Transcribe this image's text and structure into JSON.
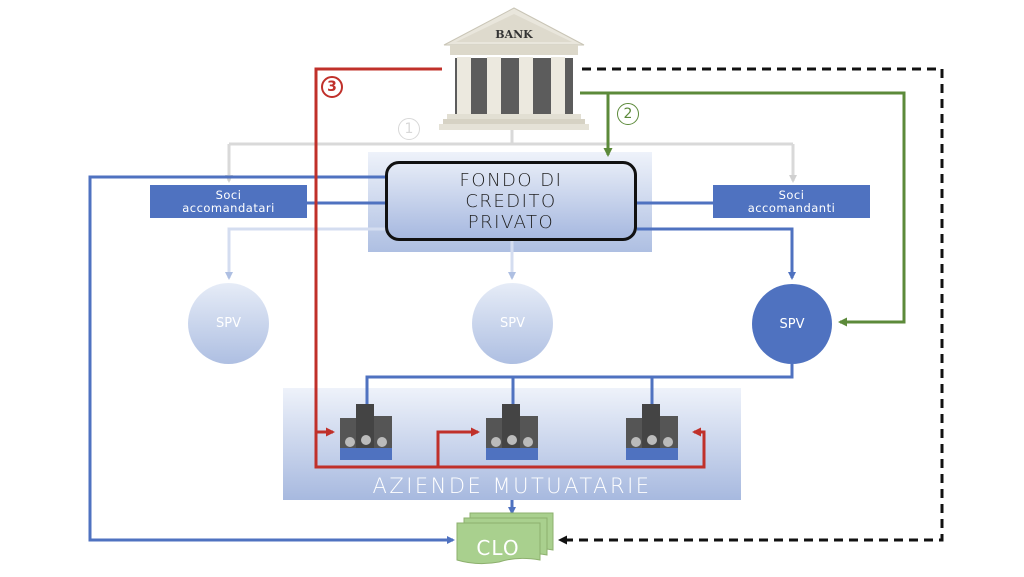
{
  "diagram": {
    "title": "Fondo di credito privato - flussi di finanziamento",
    "bank": {
      "label": "BANK",
      "icon": "bank-building-icon"
    },
    "fondo": {
      "lines": [
        "FONDO DI",
        "CREDITO",
        "PRIVATO"
      ]
    },
    "soci_accomandatari": {
      "lines": [
        "Soci",
        "accomandatari"
      ]
    },
    "soci_accomandanti": {
      "lines": [
        "Soci",
        "accomandanti"
      ]
    },
    "spv": [
      {
        "label": "SPV",
        "state": "inactive"
      },
      {
        "label": "SPV",
        "state": "inactive"
      },
      {
        "label": "SPV",
        "state": "active"
      }
    ],
    "aziende": {
      "label": "AZIENDE MUTUATARIE",
      "count": 3,
      "icon": "company-building-people-icon"
    },
    "clo": {
      "label": "CLO",
      "icon": "document-stack-icon"
    },
    "routes": [
      {
        "number": "1",
        "symbol": "①",
        "color": "#d9d9d9",
        "description": "Bank → Fondo / Soci (gray)"
      },
      {
        "number": "2",
        "symbol": "②",
        "color": "#5c8a3a",
        "description": "Bank → Fondo & SPV (green)"
      },
      {
        "number": "3",
        "symbol": "③",
        "color": "#c0302a",
        "description": "Bank → Aziende mutuatarie direct (red)"
      }
    ],
    "colors": {
      "blue": "#4f72c0",
      "light_blue": "#aebfe2",
      "green": "#5c8a3a",
      "red": "#c0302a",
      "gray": "#d9d9d9",
      "dashed": "#111111",
      "clo_green": "#a9d08e"
    }
  }
}
